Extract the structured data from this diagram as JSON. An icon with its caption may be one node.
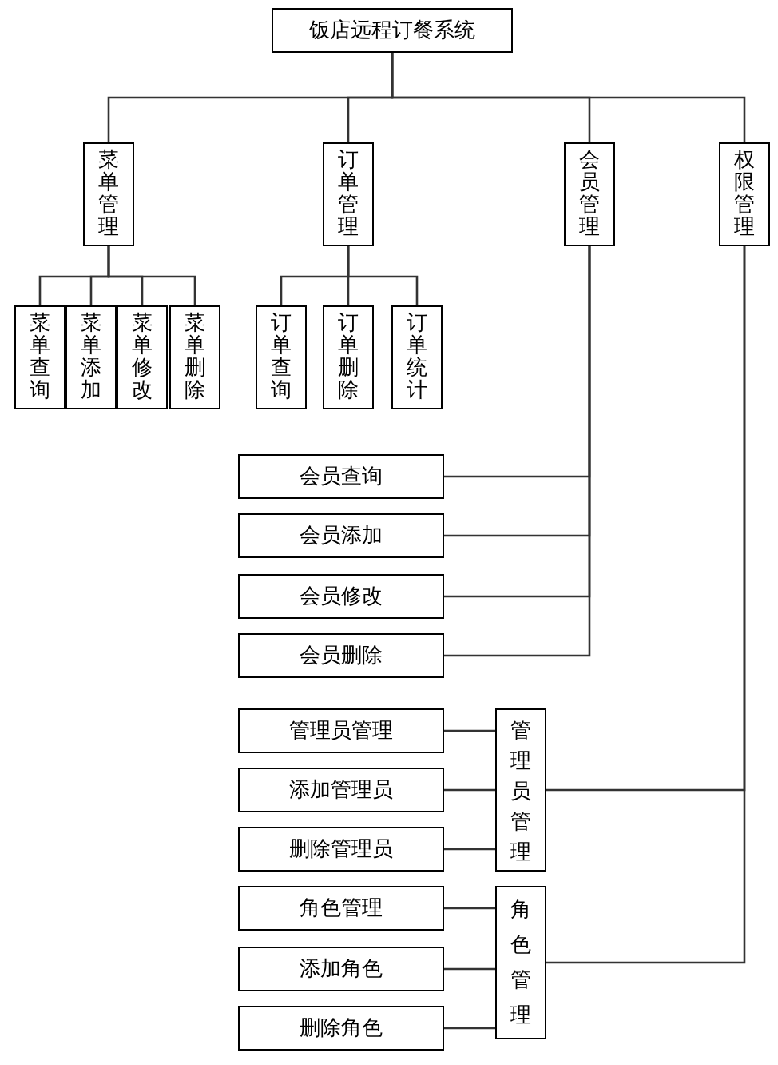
{
  "diagram": {
    "nodes": [
      {
        "text": [
          "饭店远程订餐系统"
        ]
      },
      {
        "text": [
          "菜单管理"
        ]
      },
      {
        "text": [
          "订单管理"
        ]
      },
      {
        "text": [
          "会员管理"
        ]
      },
      {
        "text": [
          "权限管理"
        ]
      },
      {
        "text": [
          "菜单查询"
        ]
      },
      {
        "text": [
          "菜单添加"
        ]
      },
      {
        "text": [
          "菜单修改"
        ]
      },
      {
        "text": [
          "菜单删除"
        ]
      },
      {
        "text": [
          "订单查询"
        ]
      },
      {
        "text": [
          "订单删除"
        ]
      },
      {
        "text": [
          "订单统计"
        ]
      },
      {
        "text": [
          "会员查询"
        ]
      },
      {
        "text": [
          "会员添加"
        ]
      },
      {
        "text": [
          "会员修改"
        ]
      },
      {
        "text": [
          "会员删除"
        ]
      },
      {
        "text": [
          "管理员管理"
        ]
      },
      {
        "text": [
          "管理员管理"
        ]
      },
      {
        "text": [
          "添加管理员"
        ]
      },
      {
        "text": [
          "删除管理员"
        ]
      },
      {
        "text": [
          "角色管理"
        ]
      },
      {
        "text": [
          "角色管理"
        ]
      },
      {
        "text": [
          "添加角色"
        ]
      },
      {
        "text": [
          "删除角色"
        ]
      }
    ],
    "edges": [
      {
        "from": 0,
        "to": 1,
        "arrow": "none"
      },
      {
        "from": 0,
        "to": 2,
        "arrow": "none"
      },
      {
        "from": 0,
        "to": 3,
        "arrow": "none"
      },
      {
        "from": 0,
        "to": 4,
        "arrow": "none"
      },
      {
        "from": 1,
        "to": 5,
        "arrow": "none"
      },
      {
        "from": 1,
        "to": 6,
        "arrow": "none"
      },
      {
        "from": 1,
        "to": 7,
        "arrow": "none"
      },
      {
        "from": 1,
        "to": 8,
        "arrow": "none"
      },
      {
        "from": 2,
        "to": 9,
        "arrow": "none"
      },
      {
        "from": 2,
        "to": 10,
        "arrow": "none"
      },
      {
        "from": 2,
        "to": 11,
        "arrow": "none"
      },
      {
        "from": 3,
        "to": 12,
        "arrow": "none"
      },
      {
        "from": 3,
        "to": 13,
        "arrow": "none"
      },
      {
        "from": 3,
        "to": 14,
        "arrow": "none"
      },
      {
        "from": 3,
        "to": 15,
        "arrow": "none"
      },
      {
        "from": 4,
        "to": 16,
        "arrow": "none"
      },
      {
        "from": 4,
        "to": 20,
        "arrow": "none"
      },
      {
        "from": 16,
        "to": 17,
        "arrow": "none"
      },
      {
        "from": 16,
        "to": 18,
        "arrow": "none"
      },
      {
        "from": 16,
        "to": 19,
        "arrow": "none"
      },
      {
        "from": 20,
        "to": 21,
        "arrow": "none"
      },
      {
        "from": 20,
        "to": 22,
        "arrow": "none"
      },
      {
        "from": 20,
        "to": 23,
        "arrow": "none"
      }
    ]
  }
}
